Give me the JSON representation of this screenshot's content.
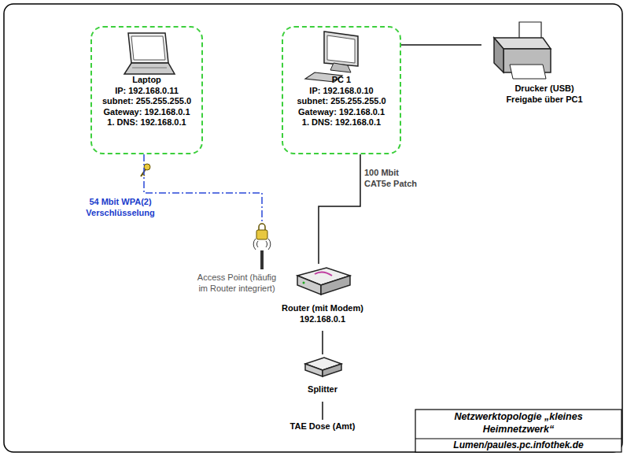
{
  "diagram": {
    "title": "Netzwerktopologie „kleines Heimnetzwerk“",
    "caption": "Lumen/paules.pc.infothek.de",
    "nodes": [
      {
        "text": [
          "Laptop",
          "IP: 192.168.0.11",
          "subnet: 255.255.255.0",
          "Gateway: 192.168.0.1",
          "1. DNS: 192.168.0.1"
        ]
      },
      {
        "text": [
          "PC 1",
          "IP: 192.168.0.10",
          "subnet: 255.255.255.0",
          "Gateway: 192.168.0.1",
          "1. DNS: 192.168.0.1"
        ]
      },
      {
        "text": [
          "Drucker (USB)",
          "Freigabe über PC1"
        ]
      },
      {
        "text": [
          "Access Point (häufig im Router integriert)"
        ]
      },
      {
        "text": [
          "Router (mit Modem)",
          "192.168.0.1"
        ]
      },
      {
        "text": [
          "Splitter"
        ]
      },
      {
        "text": [
          "TAE Dose (Amt)"
        ]
      }
    ],
    "edges": [
      {
        "from": 1,
        "to": 2,
        "arrow": "none"
      },
      {
        "from": 1,
        "to": 4,
        "label": "100 Mbit CAT5e Patch",
        "arrow": "none"
      },
      {
        "from": 0,
        "to": 3,
        "label": "54 Mbit WPA(2) Verschlüsselung",
        "arrow": "none"
      },
      {
        "from": 4,
        "to": 5,
        "arrow": "none"
      },
      {
        "from": 5,
        "to": 6,
        "arrow": "none"
      }
    ]
  }
}
